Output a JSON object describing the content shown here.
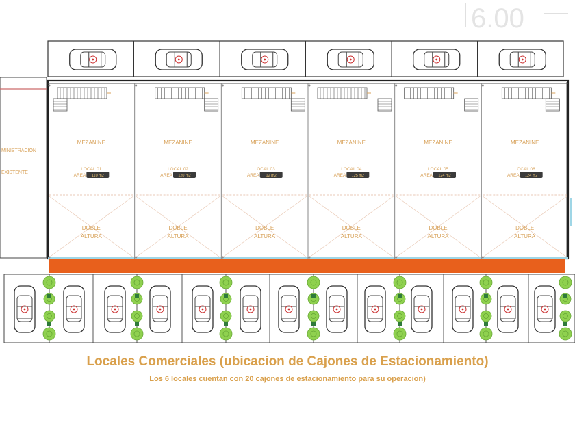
{
  "dimension_label": "6.00",
  "side_labels": {
    "top": "MINISTRACION",
    "bottom": "EXISTENTE"
  },
  "locales": [
    {
      "mezzanine": "MEZANINE",
      "local": "LOCAL 01",
      "area_label": "AREA",
      "area_value": "110 m2",
      "double_height": "DOBLE",
      "double_height_2": "ALTURA"
    },
    {
      "mezzanine": "MEZANINE",
      "local": "LOCAL 02",
      "area_label": "AREA",
      "area_value": "120 m2",
      "double_height": "DOBLE",
      "double_height_2": "ALTURA"
    },
    {
      "mezzanine": "MEZANINE",
      "local": "LOCAL 03",
      "area_label": "AREA",
      "area_value": "12 m2",
      "double_height": "DOBLE",
      "double_height_2": "ALTURA"
    },
    {
      "mezzanine": "MEZANINE",
      "local": "LOCAL 04",
      "area_label": "AREA",
      "area_value": "125 m2",
      "double_height": "DOBLE",
      "double_height_2": "ALTURA"
    },
    {
      "mezzanine": "MEZANINE",
      "local": "LOCAL 05",
      "area_label": "AREA",
      "area_value": "124 m2",
      "double_height": "DOBLE",
      "double_height_2": "ALTURA"
    },
    {
      "mezzanine": "MEZANINE",
      "local": "LOCAL 06",
      "area_label": "AREA",
      "area_value": "124 m2",
      "double_height": "DOBLE",
      "double_height_2": "ALTURA"
    }
  ],
  "caption": {
    "title": "Locales Comerciales (ubicacion de Cajones de Estacionamiento)",
    "subtitle": "Los 6 locales cuentan con 20 cajones de estacionamiento para su operacion)"
  },
  "colors": {
    "accent_orange": "#e8601c",
    "label_gold": "#d8a25a",
    "tree_green": "#8fd14f",
    "wall": "#222222"
  }
}
